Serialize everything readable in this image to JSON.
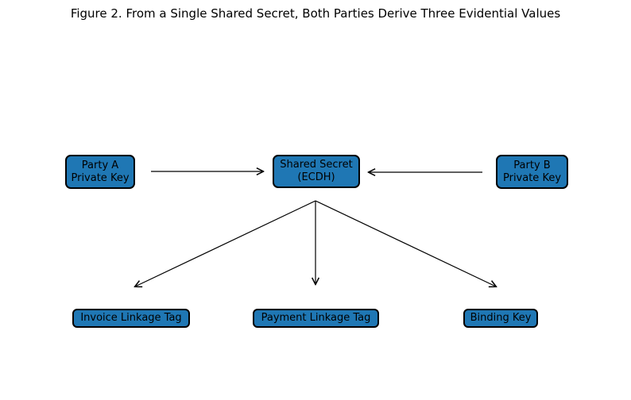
{
  "title": "Figure 2. From a Single Shared Secret, Both Parties Derive Three Evidential Values",
  "colors": {
    "node_fill": "#1f77b4",
    "node_border": "#000000",
    "arrow": "#000000",
    "background": "#ffffff"
  },
  "nodes": {
    "party_a": {
      "label": "Party A\nPrivate Key"
    },
    "shared_secret": {
      "label": "Shared Secret\n(ECDH)"
    },
    "party_b": {
      "label": "Party B\nPrivate Key"
    },
    "invoice_tag": {
      "label": "Invoice Linkage Tag"
    },
    "payment_tag": {
      "label": "Payment Linkage Tag"
    },
    "binding_key": {
      "label": "Binding Key"
    }
  },
  "edges": [
    {
      "from": "party_a",
      "to": "shared_secret"
    },
    {
      "from": "party_b",
      "to": "shared_secret"
    },
    {
      "from": "shared_secret",
      "to": "invoice_tag"
    },
    {
      "from": "shared_secret",
      "to": "payment_tag"
    },
    {
      "from": "shared_secret",
      "to": "binding_key"
    }
  ]
}
